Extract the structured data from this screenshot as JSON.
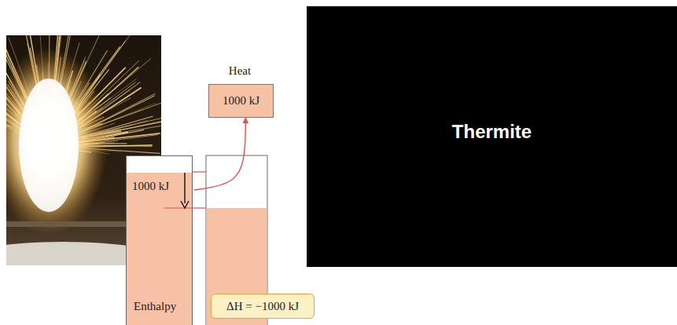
{
  "diagram": {
    "nodes": [
      {
        "text": [
          "Heat",
          "1000 kJ"
        ]
      },
      {
        "text": [
          "1000 kJ",
          "Enthalpy"
        ]
      },
      {
        "text": [
          "ΔH = −1000 kJ"
        ]
      },
      {
        "text": [
          "Thermite"
        ]
      }
    ],
    "edges": [
      {
        "from": 1,
        "to": 0,
        "arrow": "to"
      }
    ]
  }
}
